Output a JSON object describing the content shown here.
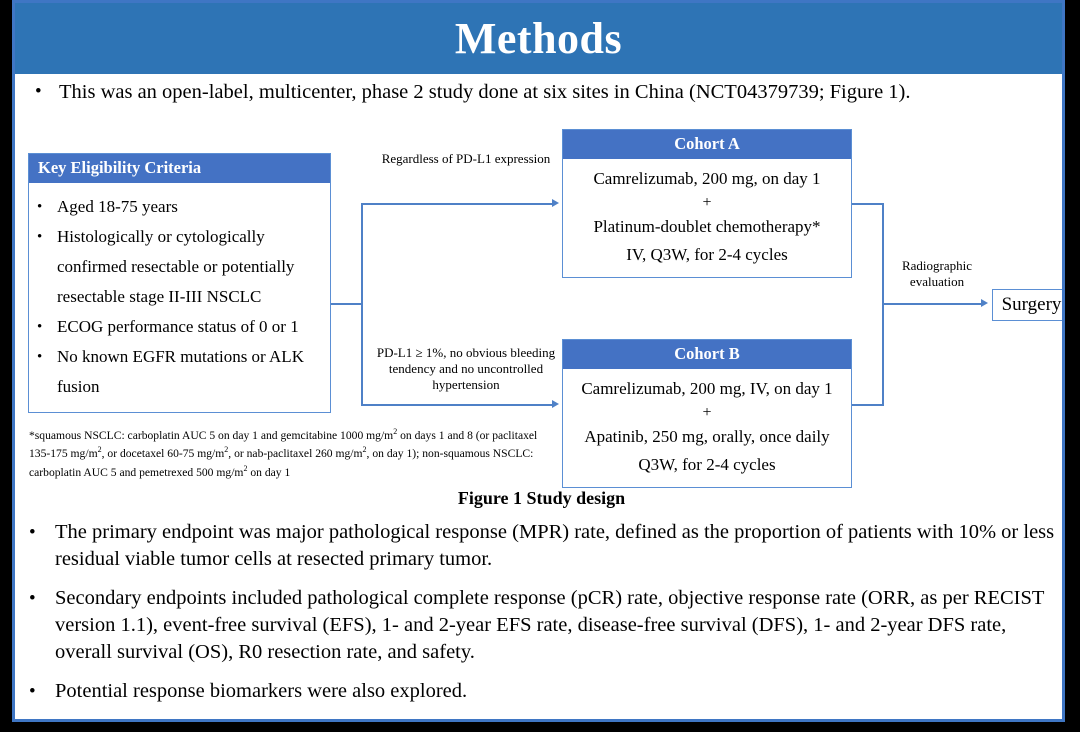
{
  "slide": {
    "title": "Methods",
    "title_band_color": "#2e74b5",
    "accent_color": "#4472c4",
    "connector_color": "#4f81c7",
    "frame_color": "#3f76c4"
  },
  "intro": {
    "bullet_mark": "•",
    "text": "This was an open-label, multicenter, phase 2 study done at six sites in China (NCT04379739; Figure 1)."
  },
  "figure": {
    "caption": "Figure 1 Study design",
    "eligibility": {
      "header": "Key  Eligibility Criteria",
      "bullet_mark": "•",
      "items": [
        "Aged 18-75 years",
        "Histologically or cytologically confirmed resectable or potentially resectable stage II-III  NSCLC",
        "ECOG performance status of 0 or 1",
        "No known EGFR mutations or ALK fusion"
      ]
    },
    "footnote": "*squamous NSCLC: carboplatin AUC 5 on day 1 and gemcitabine 1000 mg/m2 on days 1 and 8 (or paclitaxel 135-175  mg/m2, or docetaxel 60-75 mg/m2, or nab-paclitaxel 260 mg/m2, on day 1); non-squamous NSCLC: carboplatin AUC 5 and pemetrexed 500 mg/m2 on day 1",
    "cohort_a": {
      "header": "Cohort A",
      "line1": "Camrelizumab, 200 mg, on day 1",
      "plus": "+",
      "line2": "Platinum-doublet chemotherapy*",
      "line3": "IV, Q3W, for 2-4 cycles"
    },
    "cohort_b": {
      "header": "Cohort B",
      "line1": "Camrelizumab, 200 mg, IV, on day 1",
      "plus": "+",
      "line2": "Apatinib, 250 mg, orally, once daily",
      "line3": "Q3W, for 2-4 cycles"
    },
    "connector_labels": {
      "to_cohort_a": "Regardless  of PD-L1 expression",
      "to_cohort_b": "PD-L1 ≥ 1%, no obvious bleeding tendency and no uncontrolled  hypertension",
      "to_surgery": "Radiographic evaluation"
    },
    "surgery": {
      "label": "Surgery"
    }
  },
  "lower_bullets": {
    "bullet_mark": "•",
    "items": [
      "The primary endpoint was major pathological response (MPR) rate, defined as the proportion of patients with 10% or less residual viable tumor cells at resected primary tumor.",
      "Secondary endpoints included pathological complete response (pCR) rate, objective response rate (ORR, as per RECIST version 1.1), event-free survival (EFS), 1- and 2-year EFS rate, disease-free survival (DFS), 1- and 2-year DFS rate, overall survival (OS), R0 resection rate, and safety.",
      "Potential response biomarkers were also explored."
    ]
  }
}
